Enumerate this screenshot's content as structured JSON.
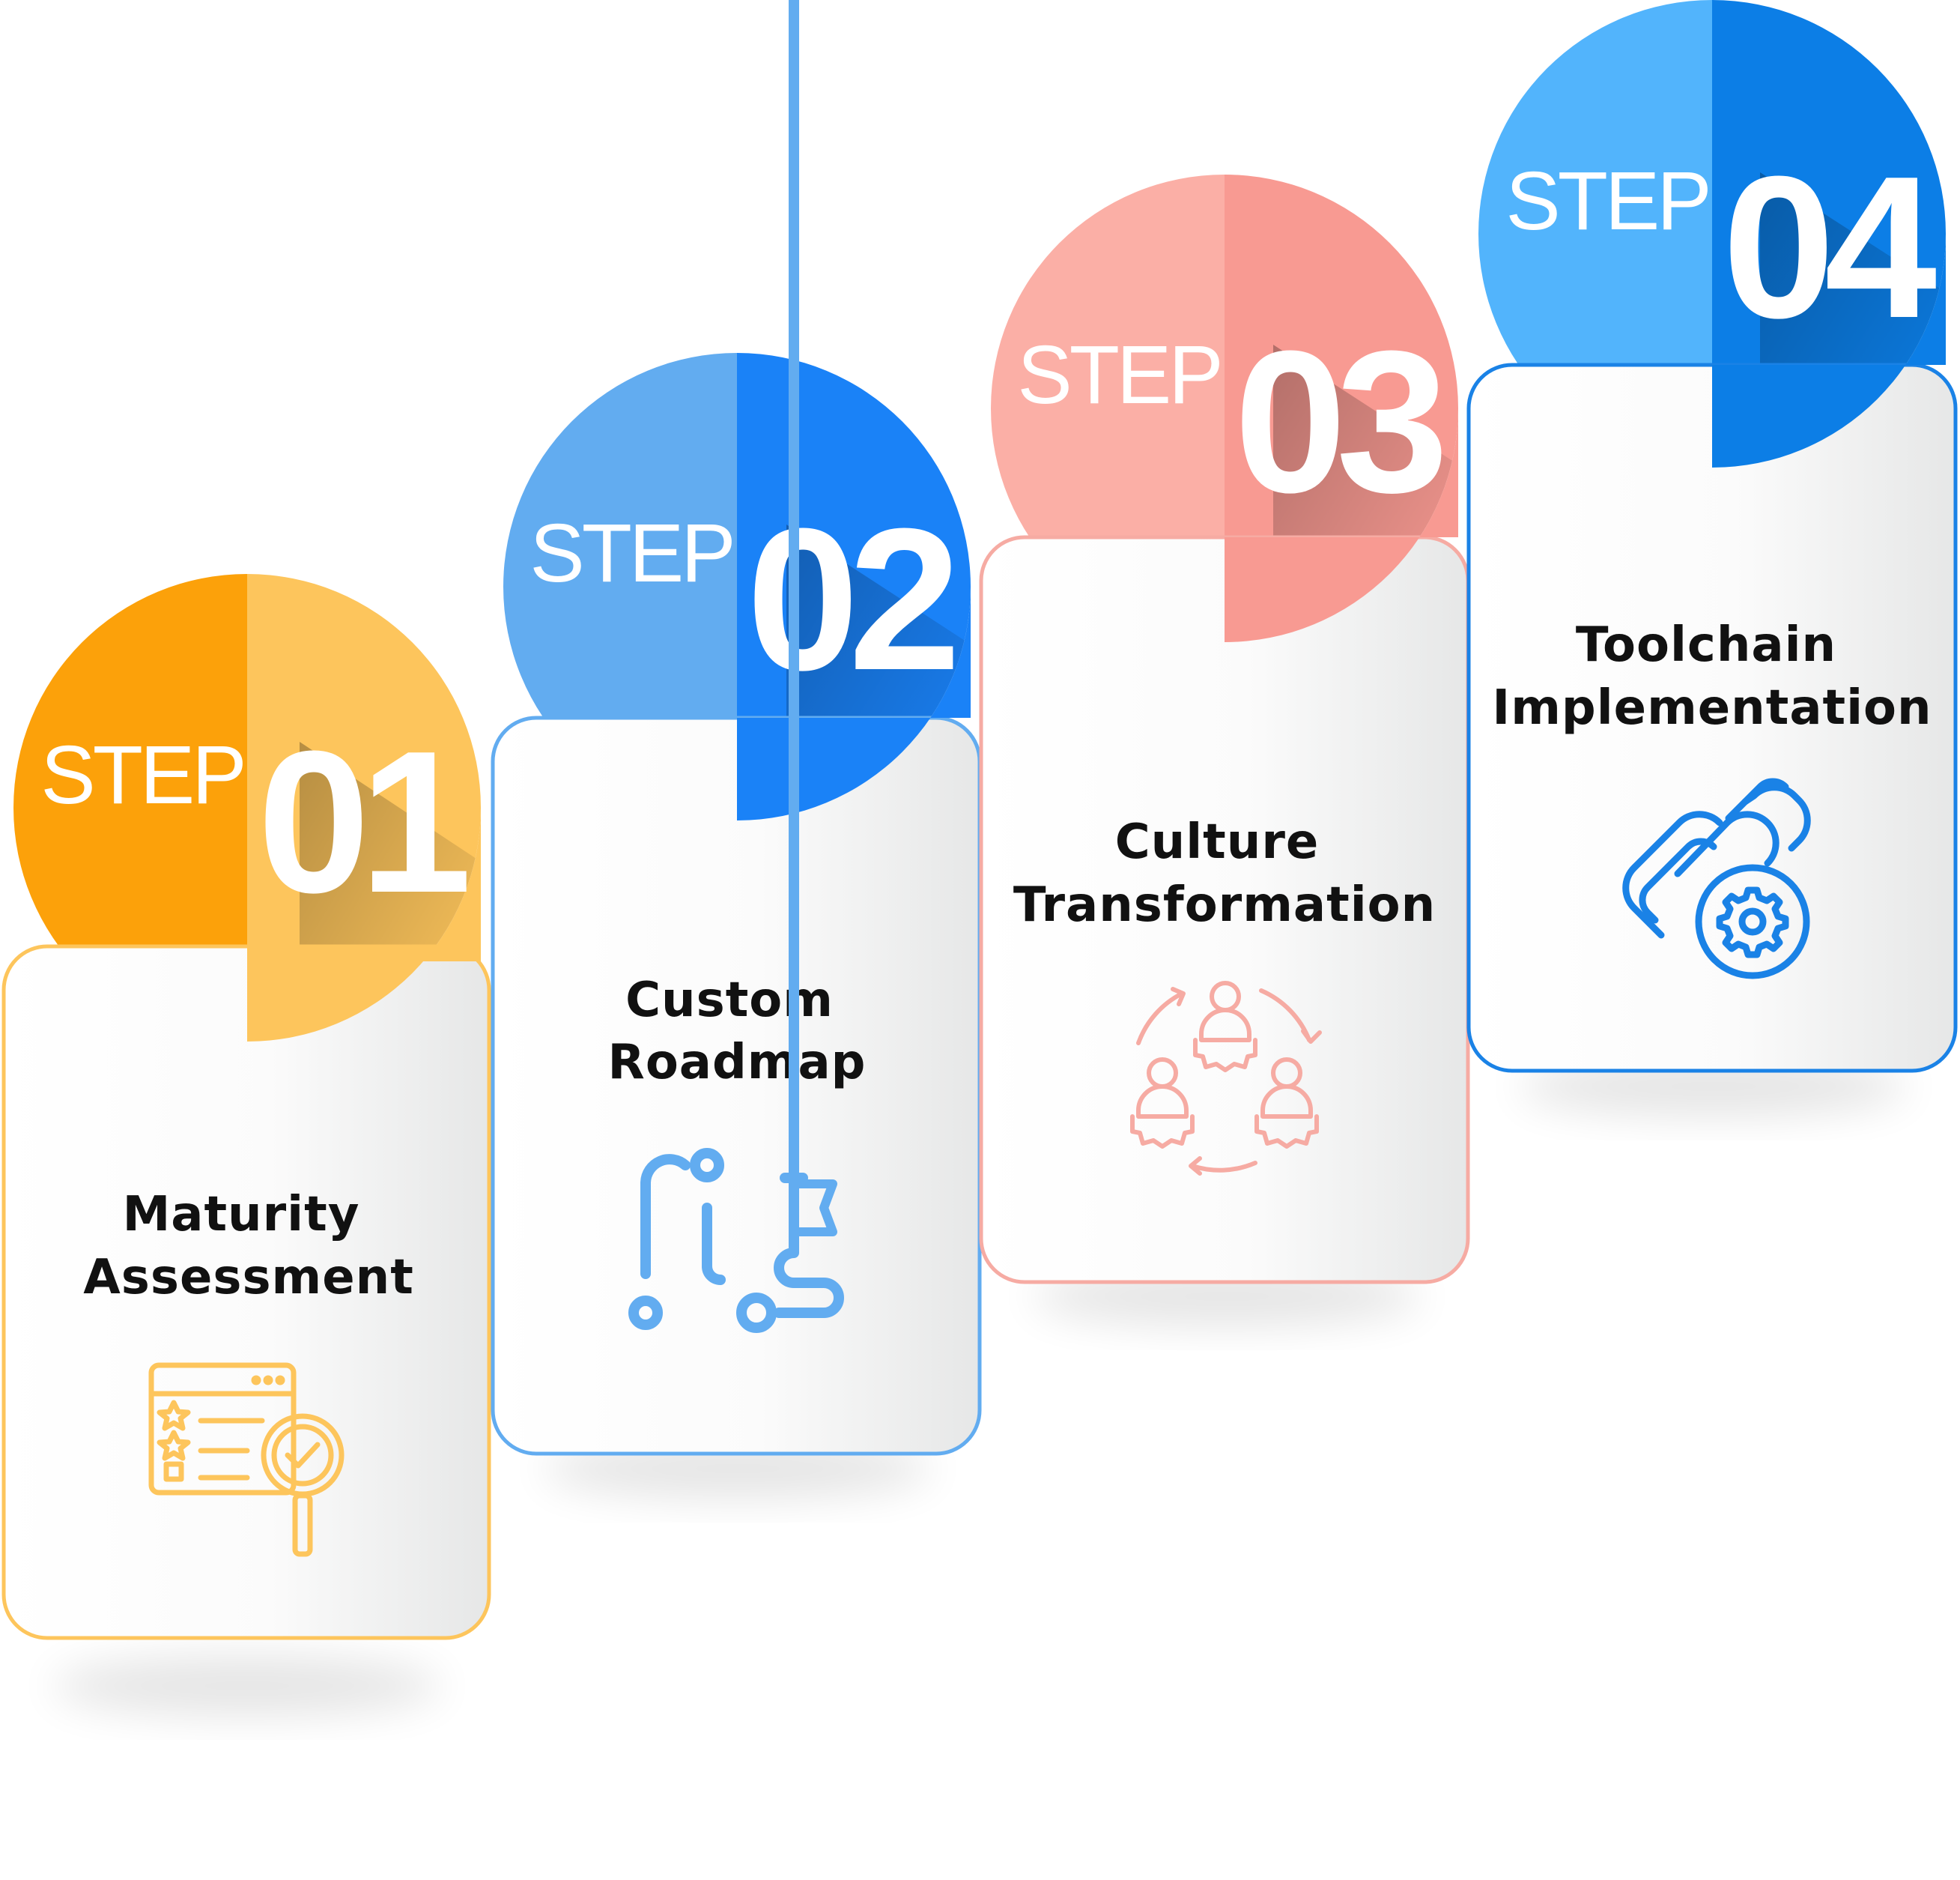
{
  "steps": [
    {
      "label": "STEP",
      "number": "01",
      "title_line1": "Maturity",
      "title_line2": "Assessment",
      "icon": "assessment-magnifier-icon",
      "colors": {
        "left": "#FCA10A",
        "right": "#FDC55C",
        "border": "#FDC55C",
        "icon": "#FDC55C"
      }
    },
    {
      "label": "STEP",
      "number": "02",
      "title_line1": "Custom",
      "title_line2": "Roadmap",
      "icon": "roadmap-flag-icon",
      "colors": {
        "left": "#62ACF0",
        "right": "#1A82F7",
        "border": "#62ACF0",
        "icon": "#62ACF0"
      }
    },
    {
      "label": "STEP",
      "number": "03",
      "title_line1": "Culture",
      "title_line2": "Transformation",
      "icon": "team-cycle-gears-icon",
      "colors": {
        "left": "#FBAFA6",
        "right": "#F89A92",
        "border": "#F6ABA3",
        "icon": "#F6ABA3"
      }
    },
    {
      "label": "STEP",
      "number": "04",
      "title_line1": "Toolchain",
      "title_line2": "Implementation",
      "icon": "chain-link-gear-icon",
      "colors": {
        "left": "#52B4FC",
        "right": "#0C7EE6",
        "border": "#1A82E6",
        "icon": "#1A82E6"
      }
    }
  ]
}
